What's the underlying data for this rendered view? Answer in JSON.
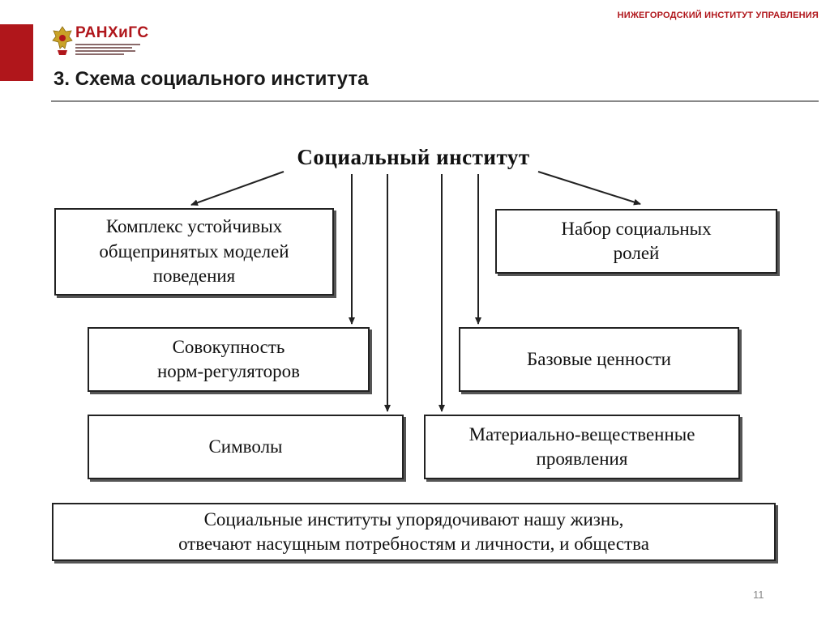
{
  "header": {
    "institute": "НИЖЕГОРОДСКИЙ ИНСТИТУТ УПРАВЛЕНИЯ",
    "logo_text": "РАНХиГС",
    "accent_color": "#b0161b"
  },
  "slide": {
    "title": "3. Схема социального института",
    "page_number": "11"
  },
  "diagram": {
    "root": "Социальный институт",
    "boxes": [
      {
        "lines": [
          "Комплекс устойчивых",
          "общепринятых моделей",
          "поведения"
        ]
      },
      {
        "lines": [
          "Набор социальных",
          "ролей"
        ]
      },
      {
        "lines": [
          "Совокупность",
          "норм-регуляторов"
        ]
      },
      {
        "lines": [
          "Базовые ценности"
        ]
      },
      {
        "lines": [
          "Символы"
        ]
      },
      {
        "lines": [
          "Материально-вещественные",
          "проявления"
        ]
      },
      {
        "lines": [
          "Социальные институты упорядочивают нашу жизнь,",
          "отвечают насущным потребностям и личности, и общества"
        ]
      }
    ]
  }
}
